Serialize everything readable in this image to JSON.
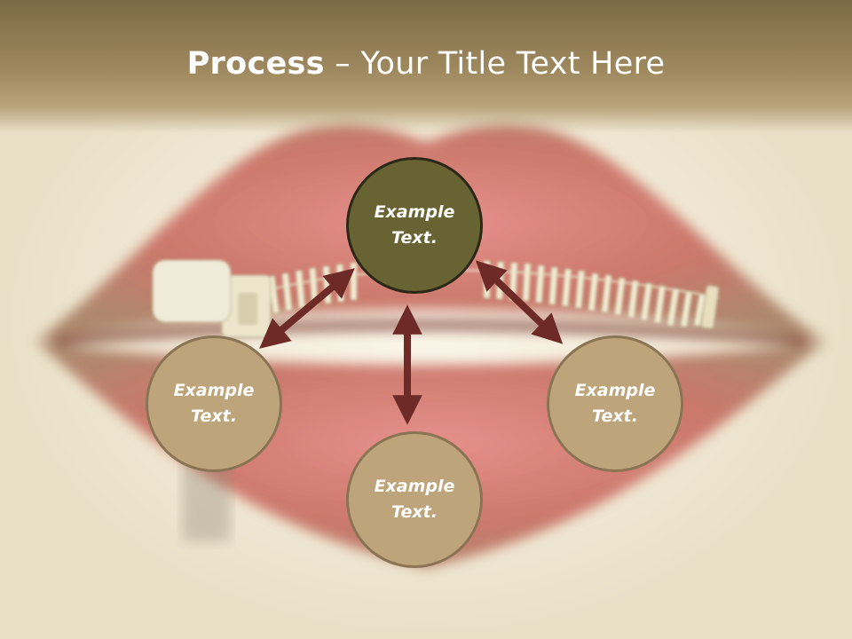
{
  "slide": {
    "title_strong": "Process",
    "title_rest": " – Your Title Text Here"
  },
  "nodes": [
    {
      "line1": "Example",
      "line2": "Text."
    },
    {
      "line1": "Example",
      "line2": "Text."
    },
    {
      "line1": "Example",
      "line2": "Text."
    },
    {
      "line1": "Example",
      "line2": "Text."
    }
  ],
  "colors": {
    "center_fill": "#676333",
    "outer_fill": "#bea47a",
    "arrow": "#6e2a26",
    "title_bar": "#a08a60"
  }
}
